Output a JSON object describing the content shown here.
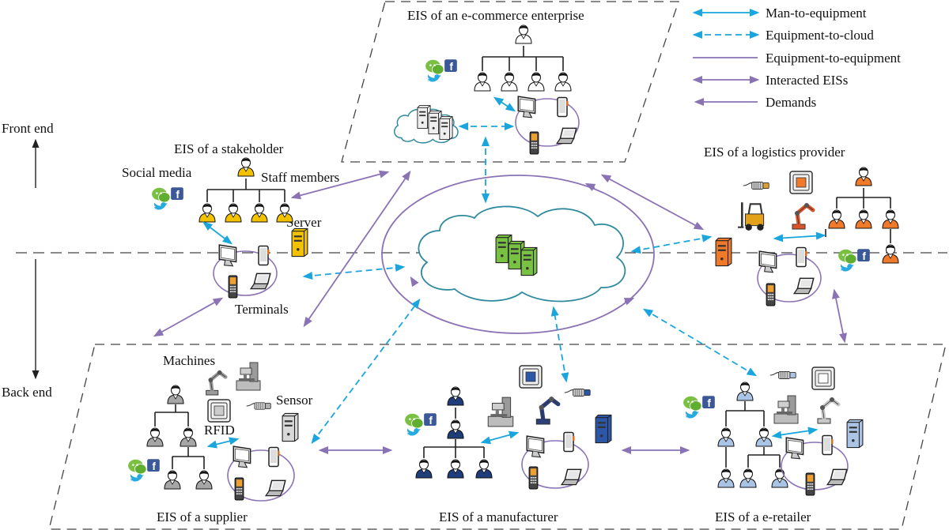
{
  "legend": {
    "items": [
      {
        "label": "Man-to-equipment",
        "style": "solid-double-arrow",
        "color": "#1aa6dd"
      },
      {
        "label": "Equipment-to-cloud",
        "style": "dashed-double-arrow",
        "color": "#1aa6dd"
      },
      {
        "label": "Equipment-to-equipment",
        "style": "solid-line",
        "color": "#8a73b4"
      },
      {
        "label": "Interacted EISs",
        "style": "solid-double-arrow",
        "color": "#8a73b4"
      },
      {
        "label": "Demands",
        "style": "solid-arrow",
        "color": "#8a73b4"
      }
    ]
  },
  "axis": {
    "front_end": "Front end",
    "back_end": "Back end"
  },
  "eis": {
    "ecommerce": {
      "title": "EIS of an e-commerce enterprise",
      "person_color": "#ffffff"
    },
    "stakeholder": {
      "title": "EIS of a stakeholder",
      "social_media": "Social media",
      "staff_members": "Staff members",
      "server": "Server",
      "terminals": "Terminals",
      "person_color": "#f2c200"
    },
    "logistics": {
      "title": "EIS of a logistics provider",
      "person_color": "#f07a2a"
    },
    "supplier": {
      "title": "EIS of a supplier",
      "machines": "Machines",
      "sensor": "Sensor",
      "rfid": "RFID",
      "person_color": "#a6a6a6"
    },
    "manufacturer": {
      "title": "EIS of a manufacturer",
      "person_color": "#1f3d7a"
    },
    "eretailer": {
      "title": "EIS of a e-retailer",
      "person_color": "#a9c4e4"
    }
  },
  "colors": {
    "cyan": "#1aa6dd",
    "purple": "#8a73b4",
    "cloud_stroke": "#2f8a9e",
    "server_green": "#79c142",
    "dashes": "#444444"
  },
  "icons": [
    "person-icon",
    "server-icon",
    "monitor-icon",
    "phone-icon",
    "laptop-icon",
    "tablet-icon",
    "wechat-icon",
    "facebook-icon",
    "twitter-icon",
    "rfid-icon",
    "sensor-icon",
    "machine-icon",
    "forklift-icon",
    "robot-arm-icon",
    "cloud-icon"
  ]
}
